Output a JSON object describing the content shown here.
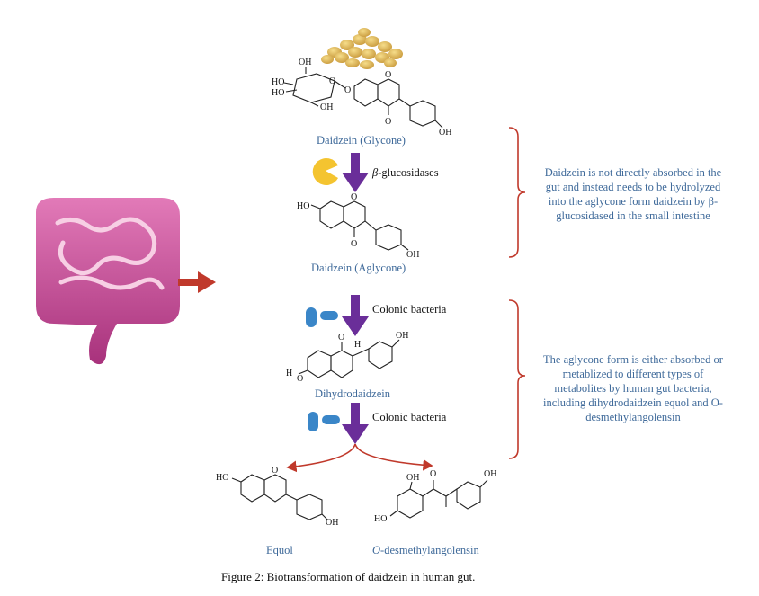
{
  "compounds": {
    "glycone": "Daidzein (Glycone)",
    "aglycone": "Daidzein (Aglycone)",
    "dihydro": "Dihydrodaidzein",
    "equol": "Equol",
    "odma": "O-desmethylangolensin"
  },
  "enzymes": {
    "beta_prefix": "β",
    "beta_rest": "-glucosidases",
    "colonic_1": "Colonic bacteria",
    "colonic_2": "Colonic bacteria"
  },
  "atoms": {
    "oh": "OH",
    "ho": "HO",
    "o": "O",
    "h": "H"
  },
  "notes": {
    "note1": [
      "Daidzein is not directly absorbed in the",
      "gut and instead needs to be hydrolyzed",
      "into the aglycone form daidzein by β-",
      "glucosidased in the small intestine"
    ],
    "note2": [
      "The aglycone form is either absorbed or",
      "metablized to different types of",
      "metabolites by human gut bacteria,",
      "including dihydrodaidzein equol and O-",
      "desmethylangolensin"
    ]
  },
  "caption": {
    "figure": "Figure 2",
    "text": ": Biotransformation of daidzein in human gut."
  },
  "colors": {
    "label_blue": "#3f6a9a",
    "arrow_purple": "#6a2e99",
    "bracket_red": "#c0392b",
    "intestine_pink": "#d04a9c",
    "enzyme_yellow": "#f4c430",
    "bacteria_blue": "#3a86c8",
    "pointer_red": "#c0392b"
  },
  "icons": [
    "soybeans-icon",
    "intestine-icon",
    "enzyme-pacman-icon",
    "bacteria-icon"
  ]
}
